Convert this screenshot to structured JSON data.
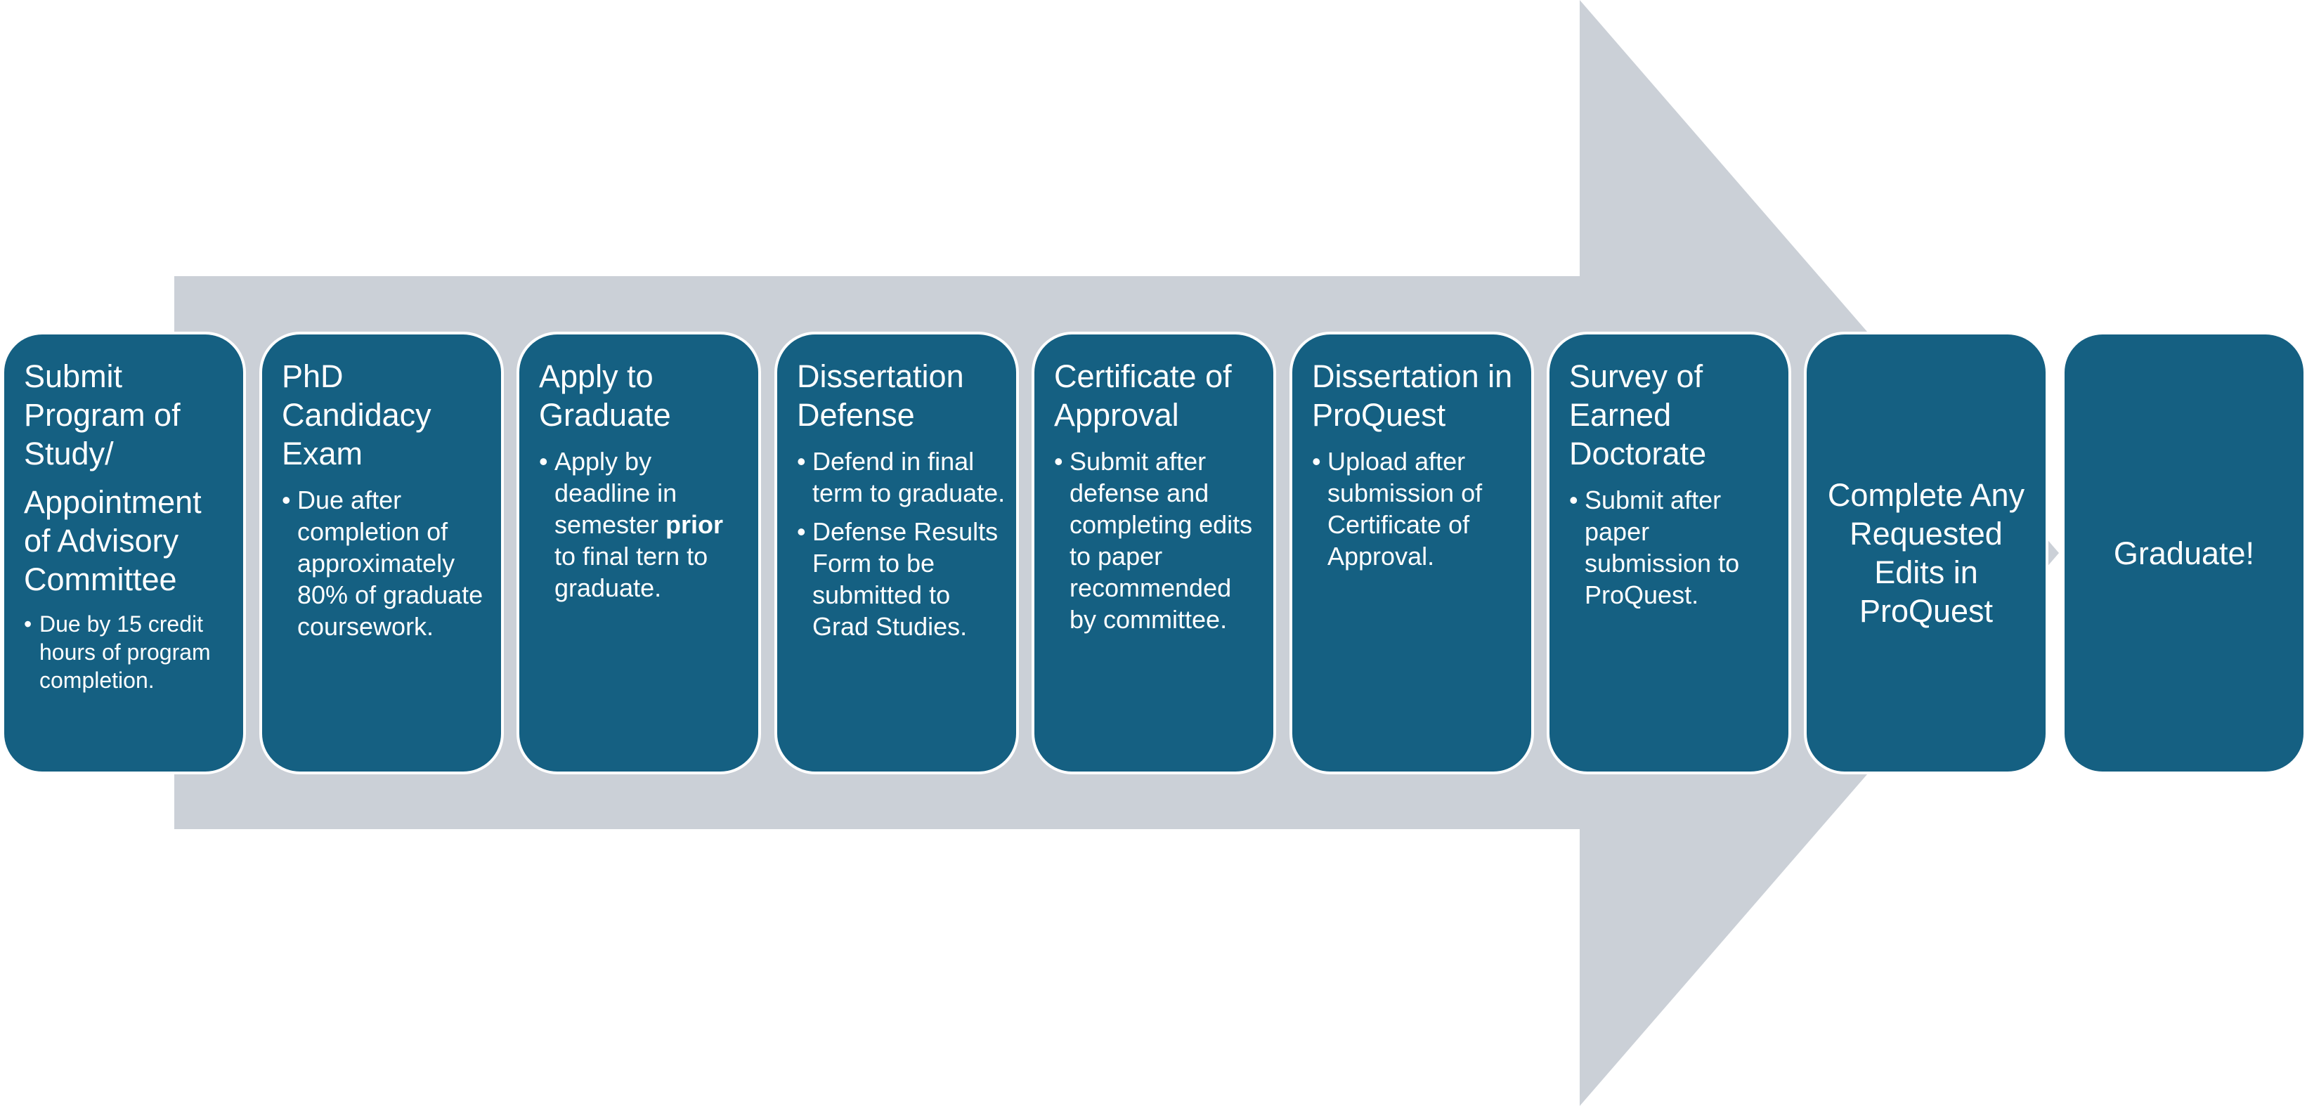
{
  "colors": {
    "arrow": "#CBD0D7",
    "box_fill": "#156082",
    "box_border": "#FFFFFF",
    "text": "#FFFFFF"
  },
  "steps": [
    {
      "title": "Submit Program of Study/",
      "subtitle": "Appointment of Advisory Committee",
      "bullets": [
        "Due by 15 credit hours of program completion."
      ]
    },
    {
      "title": "PhD Candidacy Exam",
      "bullets": [
        "Due after completion of approximately 80% of graduate coursework."
      ]
    },
    {
      "title": "Apply to Graduate",
      "bullet_rich": {
        "before": "Apply by deadline in semester ",
        "bold": "prior",
        "after": " to final tern to graduate."
      }
    },
    {
      "title": "Dissertation Defense",
      "bullets": [
        "Defend in final term to graduate.",
        "Defense Results Form to be submitted to Grad Studies."
      ]
    },
    {
      "title": "Certificate of Approval",
      "bullets": [
        "Submit after defense and completing edits to paper recommended by committee."
      ]
    },
    {
      "title": "Dissertation in ProQuest",
      "bullets": [
        "Upload after submission of Certificate of Approval."
      ]
    },
    {
      "title": "Survey of Earned Doctorate",
      "bullets": [
        "Submit after paper submission to ProQuest."
      ]
    },
    {
      "title": "Complete Any Requested Edits in ProQuest"
    },
    {
      "title": "Graduate!"
    }
  ]
}
